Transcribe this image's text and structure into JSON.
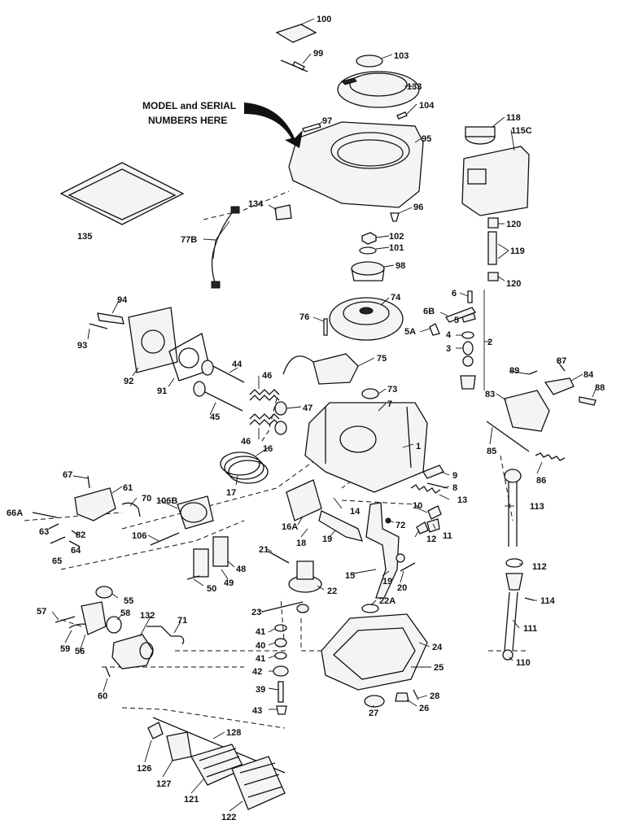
{
  "note": {
    "line1": "MODEL and SERIAL",
    "line2": "NUMBERS HERE"
  },
  "labels": [
    "100",
    "99",
    "103",
    "133",
    "104",
    "97",
    "95",
    "118",
    "115C",
    "135",
    "134",
    "96",
    "77B",
    "102",
    "101",
    "98",
    "120",
    "119",
    "120",
    "6",
    "6B",
    "5A",
    "74",
    "76",
    "2",
    "5",
    "4",
    "3",
    "94",
    "93",
    "92",
    "91",
    "44",
    "46",
    "47",
    "45",
    "46",
    "75",
    "73",
    "7",
    "1",
    "89",
    "87",
    "84",
    "88",
    "83",
    "85",
    "86",
    "16",
    "17",
    "9",
    "8",
    "13",
    "67",
    "61",
    "70",
    "66A",
    "63",
    "82",
    "64",
    "65",
    "106B",
    "106",
    "14",
    "10",
    "12",
    "11",
    "72",
    "113",
    "16A",
    "18",
    "19",
    "21",
    "48",
    "50",
    "49",
    "15",
    "19",
    "20",
    "112",
    "55",
    "22",
    "23",
    "22A",
    "114",
    "57",
    "58",
    "132",
    "71",
    "59",
    "56",
    "41",
    "40",
    "41",
    "42",
    "24",
    "25",
    "111",
    "110",
    "60",
    "39",
    "43",
    "28",
    "27",
    "26",
    "128",
    "126",
    "127",
    "121",
    "122"
  ]
}
